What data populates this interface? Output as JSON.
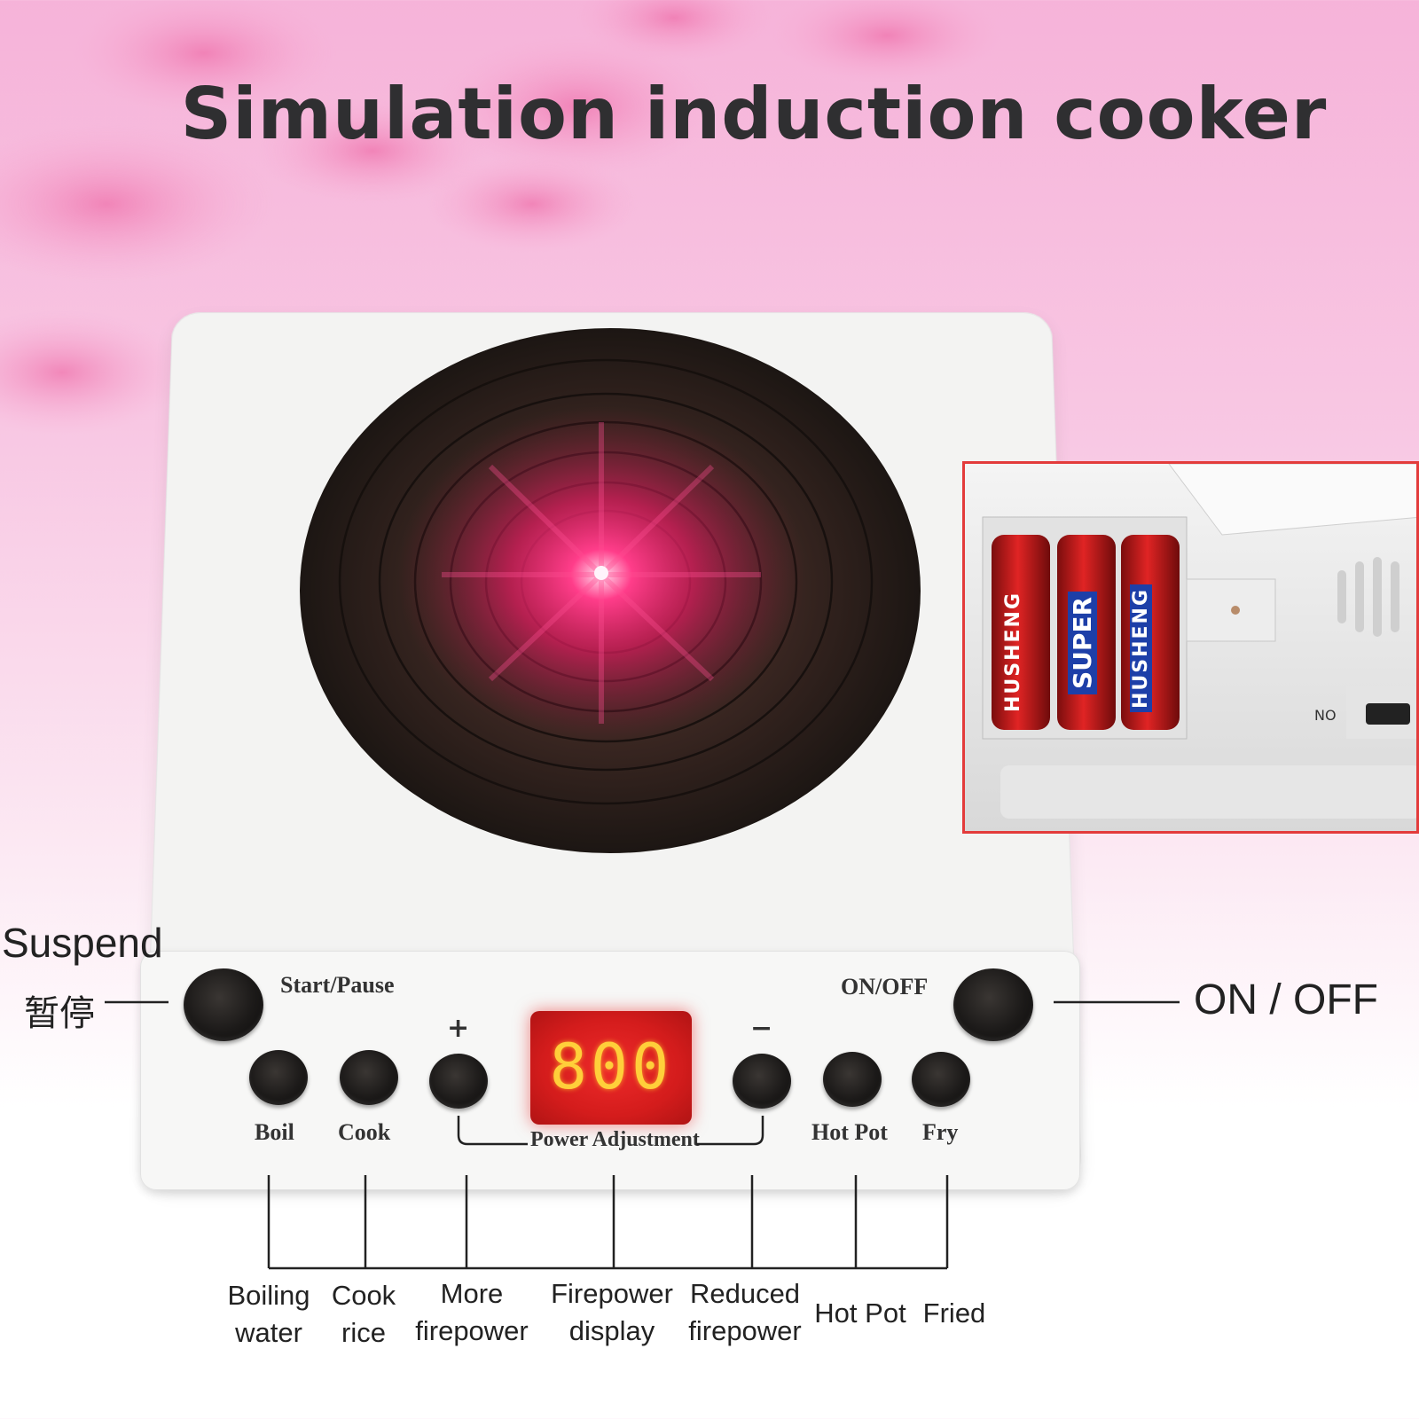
{
  "title": "Simulation induction cooker",
  "panel": {
    "start_pause_label": "Start/Pause",
    "on_off_label": "ON/OFF",
    "plus_sign": "+",
    "minus_sign": "−",
    "display_value": "800",
    "power_adjustment_label": "Power Adjustment",
    "buttons": {
      "boil": "Boil",
      "cook": "Cook",
      "hot_pot": "Hot Pot",
      "fry": "Fry"
    }
  },
  "annotations": {
    "suspend_en": "Suspend",
    "suspend_zh": "暂停",
    "on_off": "ON / OFF",
    "boiling_water": [
      "Boiling",
      "water"
    ],
    "cook_rice": [
      "Cook",
      "rice"
    ],
    "more_firepower": [
      "More",
      "firepower"
    ],
    "firepower_display": [
      "Firepower",
      "display"
    ],
    "reduced_firepower": [
      "Reduced",
      "firepower"
    ],
    "hot_pot": "Hot Pot",
    "fried": "Fried"
  },
  "inset": {
    "battery_labels": [
      "HUSHENG",
      "SUPER",
      "HUSHENG"
    ],
    "switch_label": "NO"
  },
  "colors": {
    "display_red": "#d41c1c",
    "digit_amber": "#ffcf3a",
    "inset_border": "#e33b3b",
    "glow_pink": "#ff2f7a"
  }
}
